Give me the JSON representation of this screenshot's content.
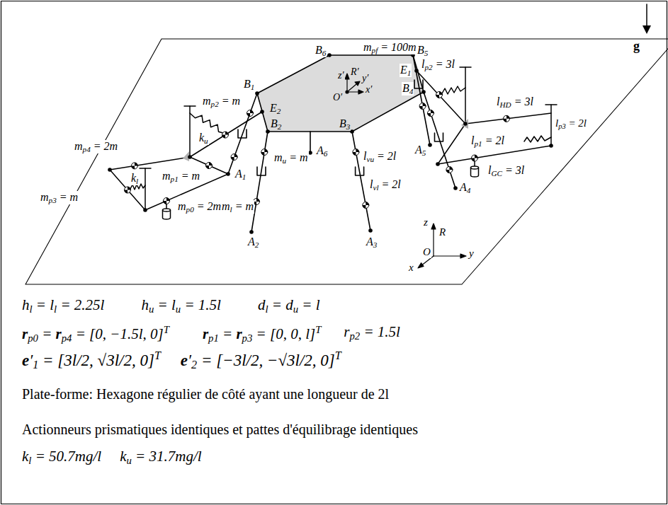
{
  "diagram": {
    "labels": [
      "B6",
      "mpf = 100m",
      "B5",
      "g",
      "E1",
      "lp2 = 3l",
      "z′",
      "R′",
      "y′",
      "O′",
      "x′",
      "B1",
      "B4",
      "mp2 = m",
      "E2",
      "lHD = 3l",
      "ku",
      "B2",
      "B3",
      "A6",
      "lvu = 2l",
      "lp1 = 2l",
      "lp3 = 2l",
      "A5",
      "mp4 = 2m",
      "mu = m",
      "lGC = 3l",
      "A1",
      "mp1 = m",
      "kl",
      "lvl = 2l",
      "A4",
      "mp3 = m",
      "mp0 = 2m",
      "ml = m",
      "z",
      "R",
      "y",
      "O",
      "x",
      "A2",
      "A3",
      "hl = ll = 2.25l",
      "hu = lu = 1.5l",
      "dl = du = l",
      "rp0 = rp4 = [0, −1.5l, 0]T",
      "rp1 = rp3 = [0, 0, l]T",
      "rp2 = 1.5l",
      "e′1 = [3l/2, √3l/2, 0]T",
      "e′2 = [−3l/2, −√3l/2, 0]T",
      "Plate-forme: Hexagone régulier de côté ayant une longueur de 2l",
      "Actionneurs prismatiques identiques et pattes d'équilibrage identiques",
      "kl = 50.7mg/l",
      "ku = 31.7mg/l"
    ]
  }
}
